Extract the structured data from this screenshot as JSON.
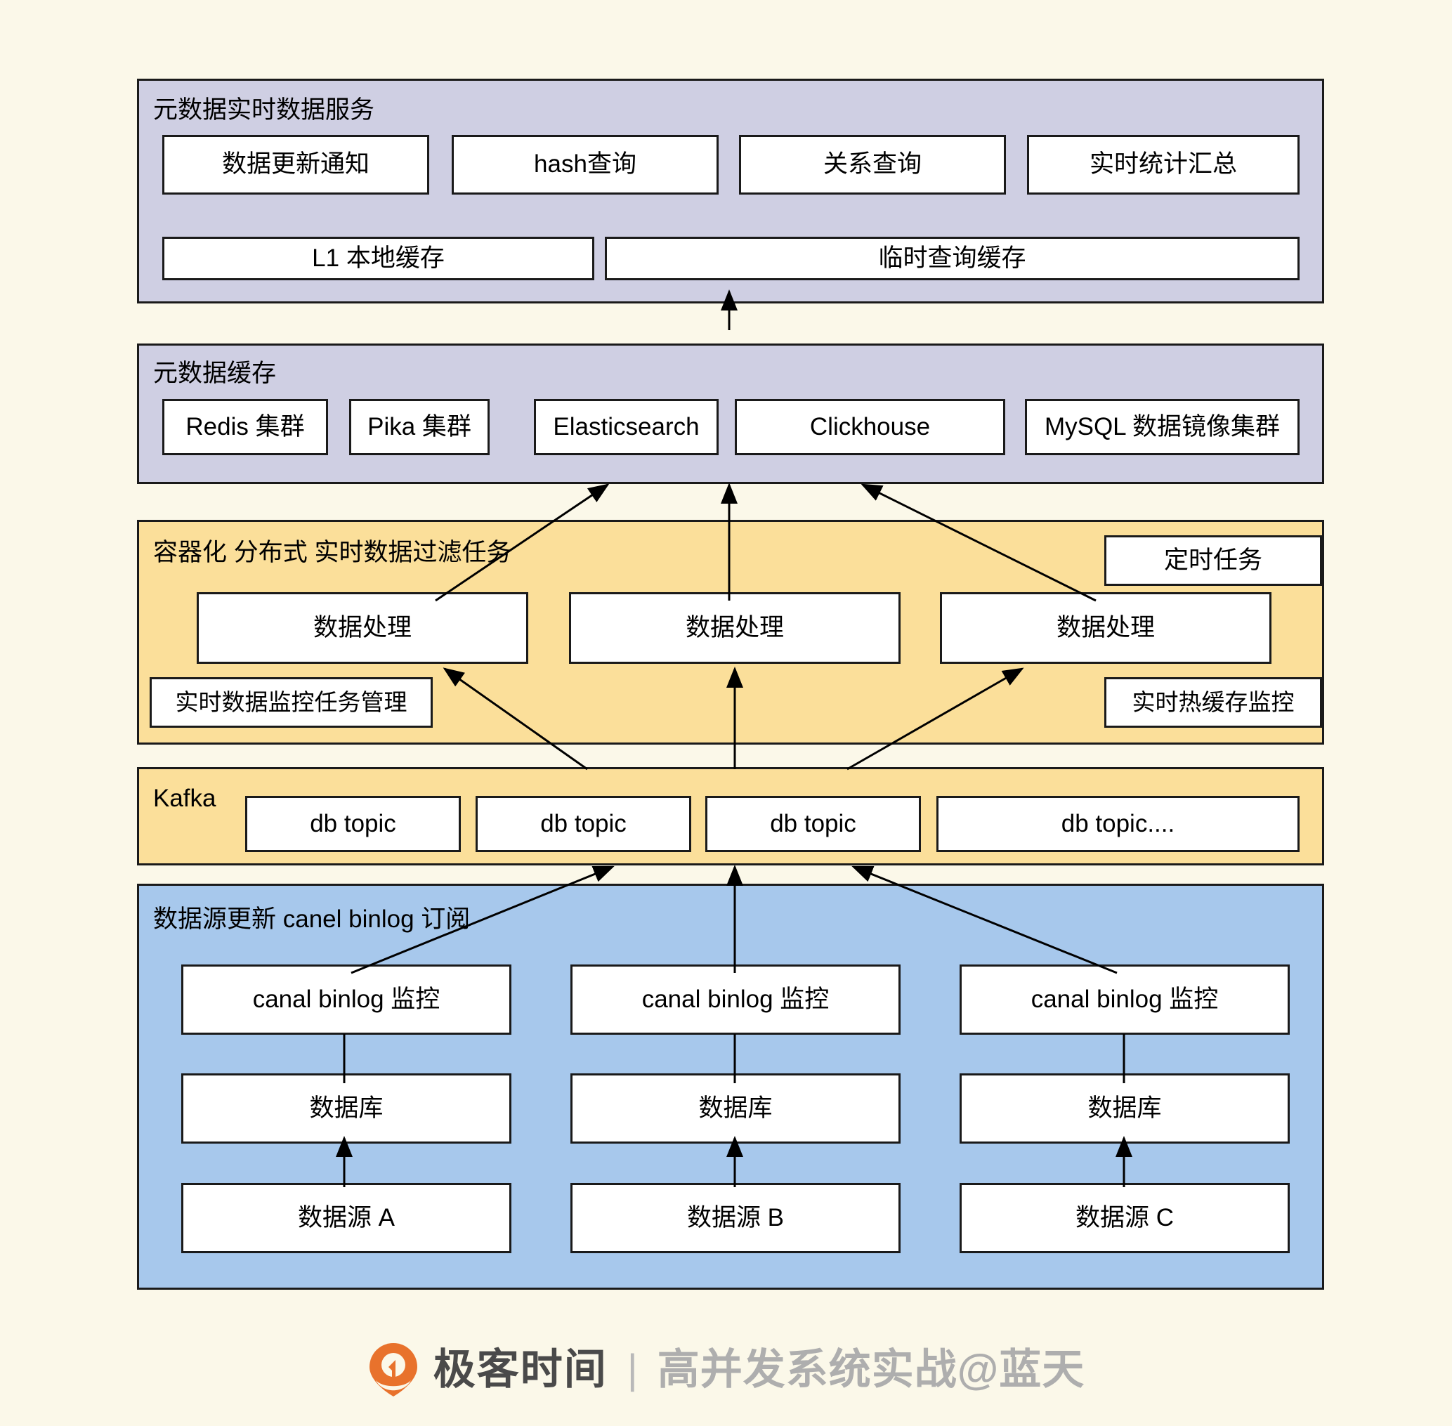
{
  "canvas": {
    "background": "#fbf8e9",
    "border_color": "#1a1a1a"
  },
  "layers": [
    {
      "id": "metadata-realtime-service",
      "title": "元数据实时数据服务",
      "fill": "#cfcfe3",
      "boxes_row1": [
        {
          "label": "数据更新通知"
        },
        {
          "label": "hash查询"
        },
        {
          "label": "关系查询"
        },
        {
          "label": "实时统计汇总"
        }
      ],
      "boxes_row2": [
        {
          "label": "L1 本地缓存"
        },
        {
          "label": "临时查询缓存"
        }
      ]
    },
    {
      "id": "metadata-cache",
      "title": "元数据缓存",
      "fill": "#cfcfe3",
      "boxes": [
        {
          "label": "Redis 集群"
        },
        {
          "label": "Pika 集群"
        },
        {
          "label": "Elasticsearch"
        },
        {
          "label": "Clickhouse"
        },
        {
          "label": "MySQL 数据镜像集群"
        }
      ]
    },
    {
      "id": "container-distributed-filter",
      "title": "容器化 分布式 实时数据过滤任务",
      "fill": "#fbdf9a",
      "scheduled_task": {
        "label": "定时任务"
      },
      "processors": [
        {
          "label": "数据处理"
        },
        {
          "label": "数据处理"
        },
        {
          "label": "数据处理"
        }
      ],
      "left_monitor": {
        "label": "实时数据监控任务管理"
      },
      "right_monitor": {
        "label": "实时热缓存监控"
      }
    },
    {
      "id": "kafka",
      "title": "Kafka",
      "fill": "#fbdf9a",
      "topics": [
        {
          "label": "db topic"
        },
        {
          "label": "db topic"
        },
        {
          "label": "db topic"
        },
        {
          "label": "db topic...."
        }
      ]
    },
    {
      "id": "datasource-canal-binlog",
      "title": "数据源更新 canel binlog 订阅",
      "fill": "#a7c8ec",
      "binlog_monitors": [
        {
          "label": "canal binlog 监控"
        },
        {
          "label": "canal binlog 监控"
        },
        {
          "label": "canal binlog 监控"
        }
      ],
      "databases": [
        {
          "label": "数据库"
        },
        {
          "label": "数据库"
        },
        {
          "label": "数据库"
        }
      ],
      "datasources": [
        {
          "label": "数据源 A"
        },
        {
          "label": "数据源 B"
        },
        {
          "label": "数据源 C"
        }
      ]
    }
  ],
  "footer": {
    "logo_icon": "geekbang-drop-icon",
    "brand": "极客时间",
    "separator": "|",
    "subtitle": "高并发系统实战@蓝天",
    "brand_color": "#4a4a4a",
    "subtitle_color": "#aeaeae",
    "logo_color": "#e8722c"
  }
}
